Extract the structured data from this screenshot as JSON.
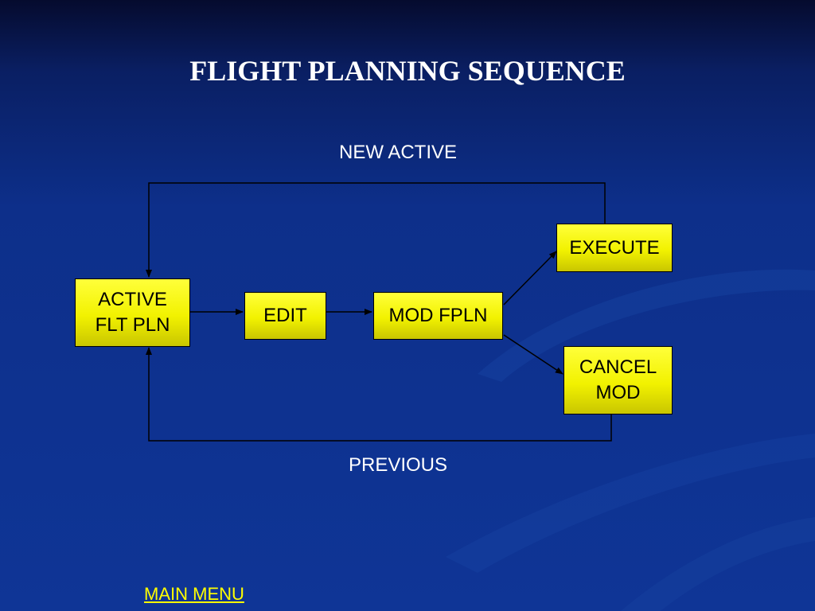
{
  "title": "FLIGHT PLANNING SEQUENCE",
  "labels": {
    "new_active": "NEW ACTIVE",
    "previous": "PREVIOUS"
  },
  "boxes": {
    "active_flt_pln": "ACTIVE\nFLT PLN",
    "edit": "EDIT",
    "mod_fpln": "MOD FPLN",
    "execute": "EXECUTE",
    "cancel_mod": "CANCEL\nMOD"
  },
  "links": {
    "main_menu": "MAIN MENU"
  },
  "colors": {
    "box_fill": "#f2f200",
    "background": "#0f3596",
    "link": "#ffff00"
  }
}
